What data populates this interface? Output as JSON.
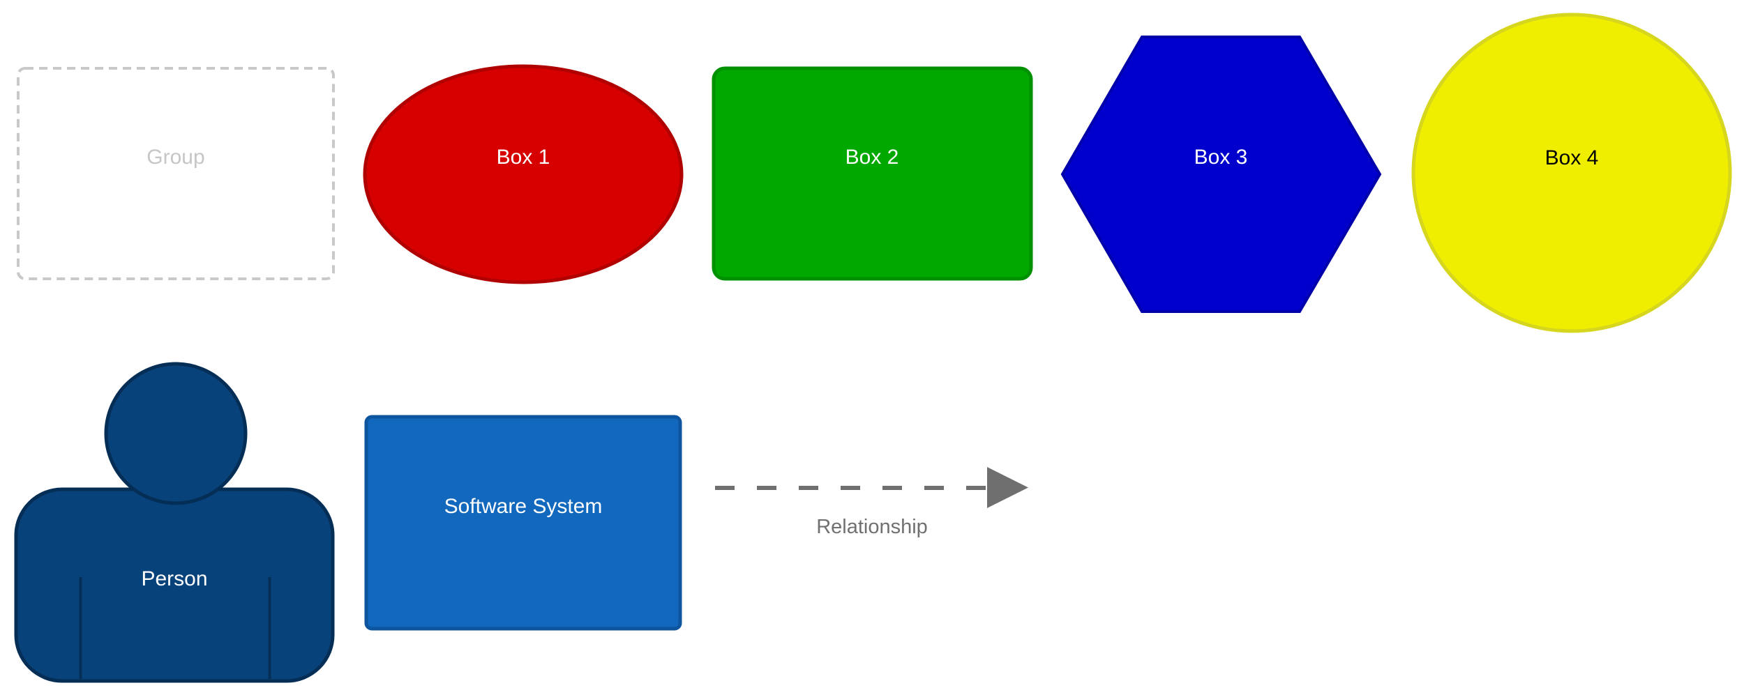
{
  "diagram": {
    "background": "#ffffff",
    "nodes": [
      {
        "key": "group",
        "label": "Group",
        "shape": "dashed-rectangle",
        "fill": "none",
        "stroke": "#c9c9c9",
        "label_color": "#c6c6c6"
      },
      {
        "key": "box1",
        "label": "Box 1",
        "shape": "ellipse",
        "fill": "#d60000",
        "stroke": "#b00000",
        "label_color": "#ffffff"
      },
      {
        "key": "box2",
        "label": "Box 2",
        "shape": "rounded-box",
        "fill": "#00a800",
        "stroke": "#009100",
        "label_color": "#ffffff"
      },
      {
        "key": "box3",
        "label": "Box 3",
        "shape": "hexagon",
        "fill": "#0000cd",
        "stroke": "#0000aa",
        "label_color": "#ffffff"
      },
      {
        "key": "box4",
        "label": "Box 4",
        "shape": "circle",
        "fill": "#f0ee00",
        "stroke": "#d6d61e",
        "label_color": "#000000"
      },
      {
        "key": "person",
        "label": "Person",
        "shape": "person",
        "fill": "#08427b",
        "stroke": "#052e56",
        "label_color": "#ffffff"
      },
      {
        "key": "software-system",
        "label": "Software System",
        "shape": "box",
        "fill": "#1168bd",
        "stroke": "#0d559e",
        "label_color": "#ffffff"
      }
    ],
    "relationship": {
      "label": "Relationship",
      "style": "dashed",
      "line_color": "#6f6f6f",
      "label_color": "#707070"
    }
  }
}
